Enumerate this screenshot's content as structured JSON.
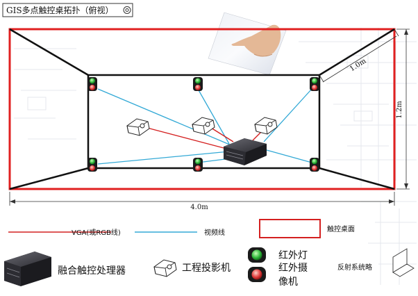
{
  "title": "GIS多点触控桌拓扑（俯视）",
  "dimensions": {
    "width": "4.0m",
    "height": "1.2m",
    "depth": "1.0m"
  },
  "legend": {
    "vga": "VGA(或RGB线)",
    "video": "视频线",
    "touch_desk": "触控桌面",
    "ir_light": "红外灯",
    "ir_camera_1": "红外摄",
    "ir_camera_2": "像机",
    "processor": "融合触控处理器",
    "projector": "工程投影机",
    "mirror": "反射系统略"
  },
  "colors": {
    "vga": "#d42020",
    "video": "#33a9d6",
    "desk": "#e02020",
    "ir_light": "#2fb83a",
    "ir_camera": "#e23a3a"
  }
}
